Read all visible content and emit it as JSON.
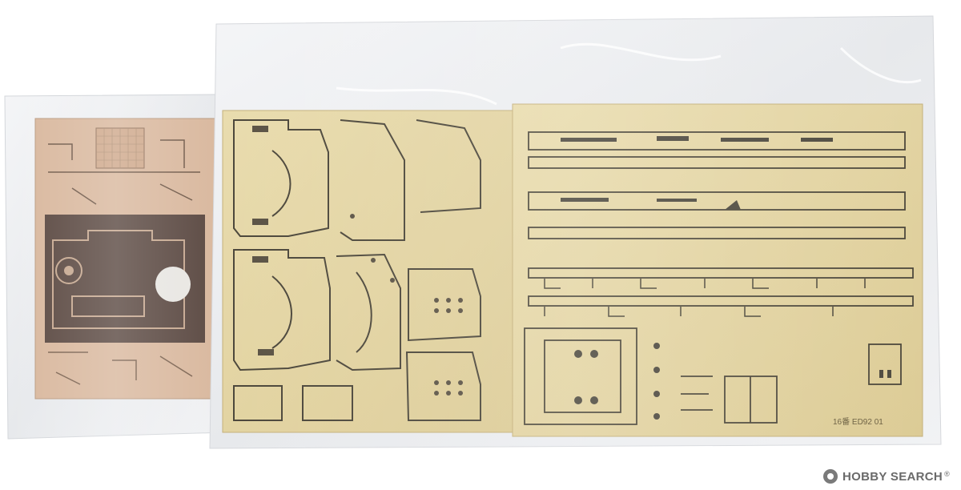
{
  "image": {
    "subject": "photo-etched parts sheets in plastic bags",
    "colors": {
      "background": "#ffffff",
      "brass_light": "#e6d6a8",
      "brass_mid": "#d8c590",
      "brass_dark_outline": "#4a4638",
      "copper_sheet": "#d9b9a0",
      "dark_sheet": "#5c4a42",
      "bag_film": "#eef0f2"
    }
  },
  "sheet_marking": "16番 ED92 01",
  "watermark": {
    "brand": "HOBBY SEARCH",
    "registered": "®"
  }
}
